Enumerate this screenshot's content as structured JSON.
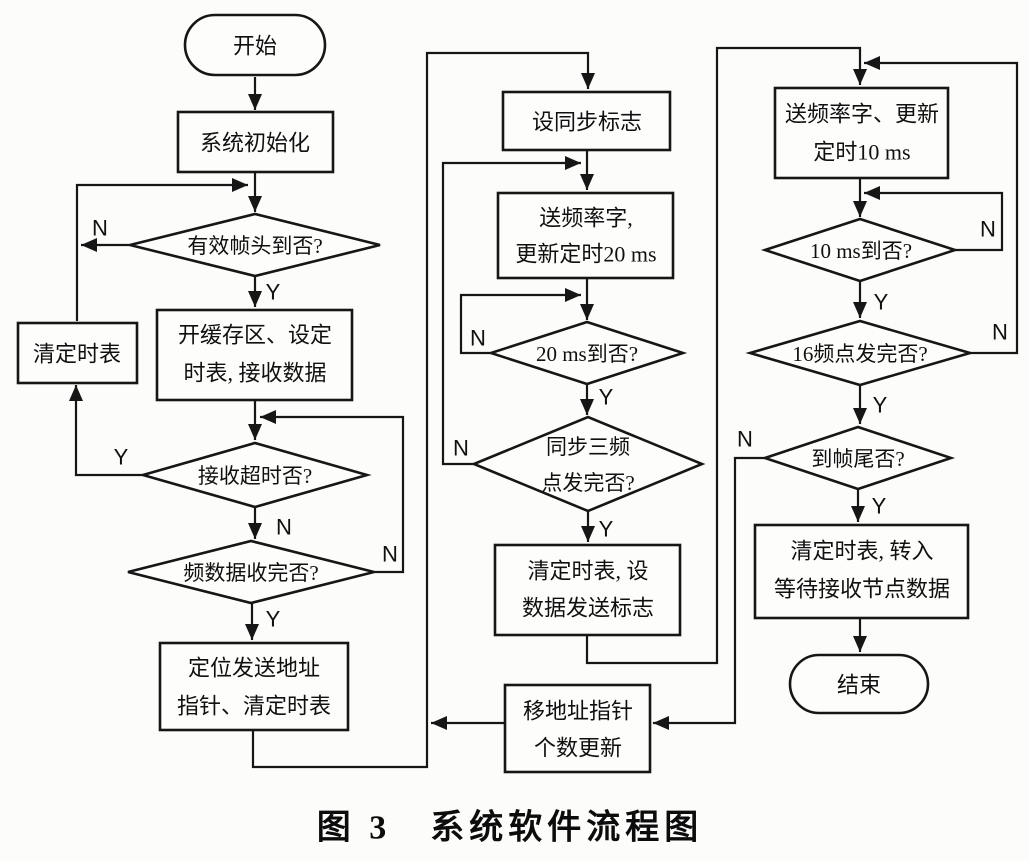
{
  "figure_caption": "图 3　系统软件流程图",
  "branch_labels": {
    "yes": "Y",
    "no": "N"
  },
  "nodes": {
    "start": "开始",
    "system_init": "系统初始化",
    "valid_frame_header": "有效帧头到否?",
    "open_buffer": [
      "开缓存区、设定",
      "时表, 接收数据"
    ],
    "clear_timer": "清定时表",
    "receive_timeout": "接收超时否?",
    "freq_data_done": "频数据收完否?",
    "locate_address": [
      "定位发送地址",
      "指针、清定时表"
    ],
    "set_sync_flag": "设同步标志",
    "send_freq_word_20": [
      "送频率字,",
      "更新定时20 ms"
    ],
    "timer_20_done": "20 ms到否?",
    "sync_3_freq_done": [
      "同步三频",
      "点发完否?"
    ],
    "clear_timer_set_send": [
      "清定时表, 设",
      "数据发送标志"
    ],
    "send_freq_word_10": [
      "送频率字、更新",
      "定时10 ms"
    ],
    "timer_10_done": "10 ms到否?",
    "freq_16_done": "16频点发完否?",
    "frame_end": "到帧尾否?",
    "clear_timer_wait": [
      "清定时表, 转入",
      "等待接收节点数据"
    ],
    "end": "结束",
    "move_pointer": [
      "移地址指针",
      "个数更新"
    ]
  }
}
